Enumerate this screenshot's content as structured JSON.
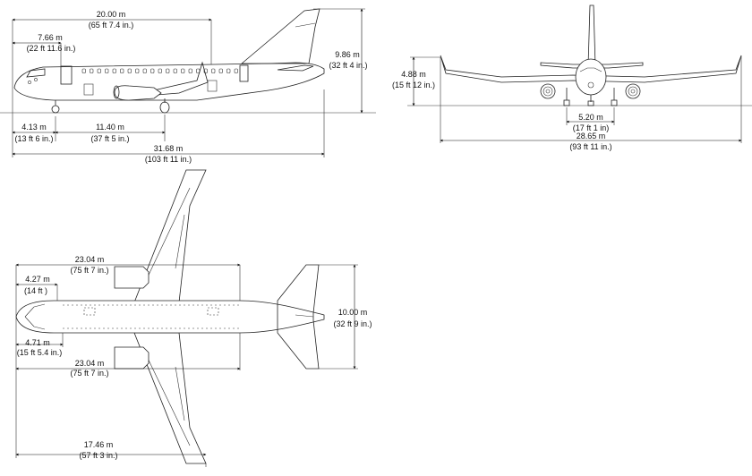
{
  "dimensions": {
    "side": {
      "length_above": {
        "m": "20.00 m",
        "ft": "(65 ft 7.4 in.)"
      },
      "nose_to_door": {
        "m": "7.66 m",
        "ft": "(22 ft 11.6 in.)"
      },
      "height": {
        "m": "9.86 m",
        "ft": "(32 ft 4 in.)"
      },
      "nose_gear": {
        "m": "4.13 m",
        "ft": "(13 ft 6 in.)"
      },
      "wheelbase": {
        "m": "11.40 m",
        "ft": "(37 ft 5 in.)"
      },
      "overall_length": {
        "m": "31.68 m",
        "ft": "(103 ft 11 in.)"
      }
    },
    "front": {
      "height": {
        "m": "4.88 m",
        "ft": "(15 ft 12 in.)"
      },
      "track": {
        "m": "5.20 m",
        "ft": "(17 ft 1 in)"
      },
      "wingspan": {
        "m": "28.65 m",
        "ft": "(93 ft 11 in.)"
      }
    },
    "top": {
      "upper_length": {
        "m": "23.04 m",
        "ft": "(75 ft 7 in.)"
      },
      "upper_station": {
        "m": "4.27 m",
        "ft": "(14 ft )"
      },
      "lower_station": {
        "m": "4.71 m",
        "ft": "(15 ft 5.4 in.)"
      },
      "lower_length": {
        "m": "23.04 m",
        "ft": "(75 ft 7 in.)"
      },
      "tail_span": {
        "m": "10.00 m",
        "ft": "(32 ft 9 in.)"
      },
      "wing_station": {
        "m": "17.46 m",
        "ft": "(57 ft 3 in.)"
      }
    }
  }
}
